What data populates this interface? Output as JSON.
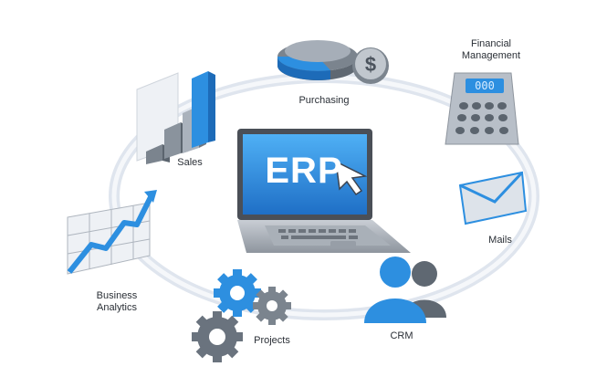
{
  "center": {
    "label": "ERP"
  },
  "modules": {
    "purchasing": {
      "label": "Purchasing",
      "icon": "pie-chart-coin-icon"
    },
    "financial": {
      "label_line1": "Financial",
      "label_line2": "Management",
      "icon": "calculator-icon",
      "display": "000"
    },
    "sales": {
      "label": "Sales",
      "icon": "bar-chart-icon"
    },
    "mails": {
      "label": "Mails",
      "icon": "envelope-icon"
    },
    "business": {
      "label_line1": "Business",
      "label_line2": "Analytics",
      "icon": "line-chart-icon"
    },
    "projects": {
      "label": "Projects",
      "icon": "gears-icon"
    },
    "crm": {
      "label": "CRM",
      "icon": "people-icon"
    }
  },
  "colors": {
    "accent": "#2d8fe0",
    "ring": "#e6ebf2",
    "steel": "#6e7884"
  }
}
